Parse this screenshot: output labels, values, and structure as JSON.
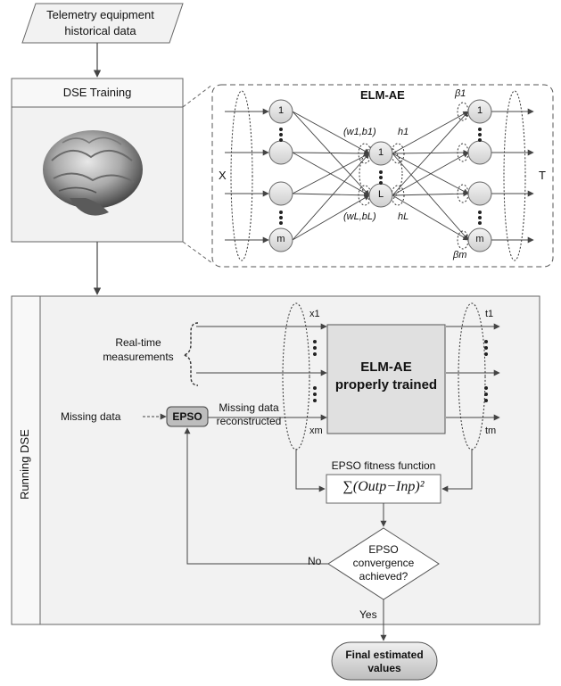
{
  "telemetry": {
    "line1": "Telemetry equipment",
    "line2": "historical data"
  },
  "training": {
    "title": "DSE Training"
  },
  "elm": {
    "title": "ELM-AE",
    "x_label": "X",
    "t_label": "T",
    "input_top": "1",
    "input_bottom": "m",
    "hidden_top": "1",
    "hidden_bottom": "L",
    "output_top": "1",
    "output_bottom": "m",
    "w1b1": "(w1,b1)",
    "wLbL": "(wL,bL)",
    "h1": "h1",
    "hL": "hL",
    "beta1": "β1",
    "betam": "βm"
  },
  "running": {
    "side_label": "Running DSE",
    "realtime_line1": "Real-time",
    "realtime_line2": "measurements",
    "missing_data": "Missing data",
    "epso": "EPSO",
    "reconstructed_line1": "Missing data",
    "reconstructed_line2": "reconstructed",
    "x1": "x1",
    "xm": "xm",
    "t1": "t1",
    "tm": "tm",
    "elm_line1": "ELM-AE",
    "elm_line2": "properly trained",
    "fitness_title": "EPSO fitness function",
    "fitness_formula": "∑(Outp−Inp)²",
    "decision_line1": "EPSO",
    "decision_line2": "convergence",
    "decision_line3": "achieved?",
    "no": "No",
    "yes": "Yes",
    "final_line1": "Final estimated",
    "final_line2": "values"
  },
  "colors": {
    "box_fill": "#f2f2f2",
    "title_bar": "#f7f7f7",
    "node_fill": "#e2e2e2",
    "epso_fill": "#bfbfbf",
    "line": "#444444"
  }
}
